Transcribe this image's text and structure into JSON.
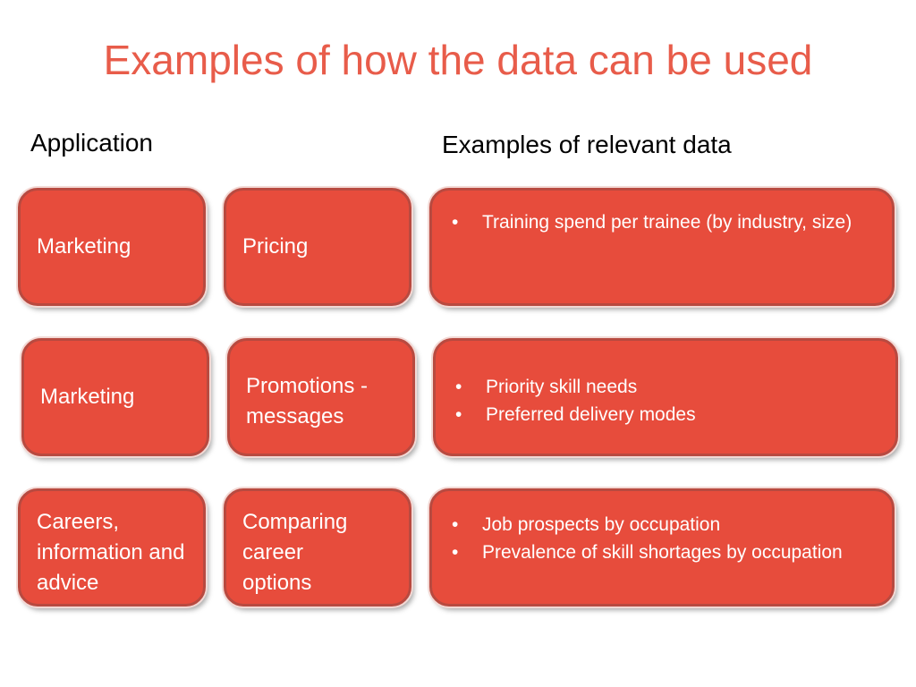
{
  "slide": {
    "title": "Examples of how the data can be used",
    "col_application": "Application",
    "col_examples": "Examples of relevant data"
  },
  "rows": [
    {
      "application": "Marketing",
      "use": "Pricing",
      "examples": [
        "Training spend per trainee (by industry, size)"
      ]
    },
    {
      "application": "Marketing",
      "use": "Promotions - messages",
      "examples": [
        "Priority skill needs",
        "Preferred delivery modes"
      ]
    },
    {
      "application": "Careers, information and advice",
      "use": "Comparing career options",
      "examples": [
        "Job prospects by occupation",
        "Prevalence of skill shortages by occupation"
      ]
    }
  ],
  "colors": {
    "accent": "#e74c3c",
    "title": "#e85c4a"
  }
}
